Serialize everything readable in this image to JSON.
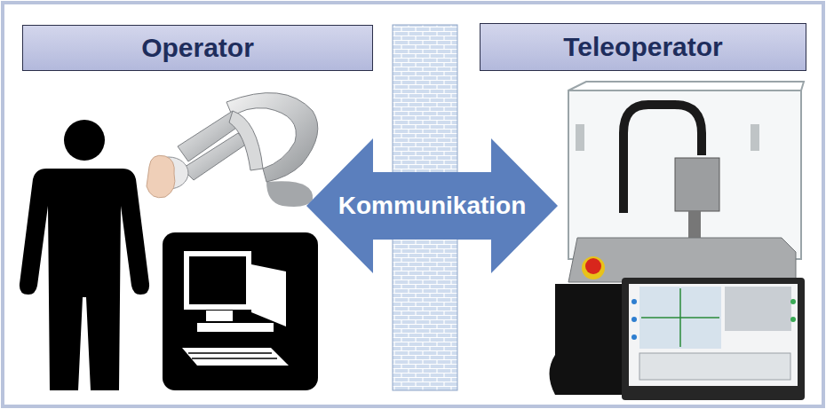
{
  "diagram": {
    "nodes": [
      {
        "text": [
          "Operator"
        ]
      },
      {
        "text": [
          "Teleoperator"
        ]
      }
    ],
    "edges": [
      {
        "from": 0,
        "to": 1,
        "arrow": "both",
        "label": "Kommunikation"
      }
    ]
  }
}
